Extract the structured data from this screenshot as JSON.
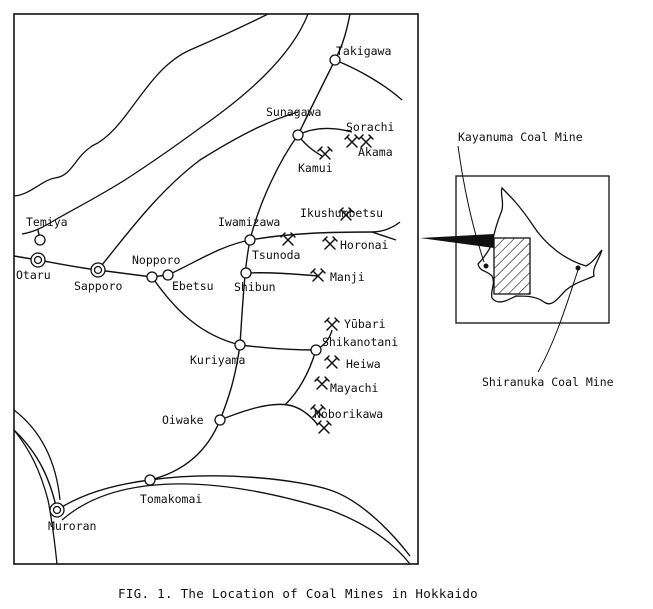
{
  "caption": "FIG. 1.  The Location of Coal Mines in Hokkaido",
  "stations": {
    "takigawa": "Takigawa",
    "sunagawa": "Sunagawa",
    "kamui": "Kamui",
    "temiya": "Temiya",
    "otaru": "Otaru",
    "sapporo": "Sapporo",
    "nopporo": "Nopporo",
    "ebetsu": "Ebetsu",
    "iwamizawa": "Iwamizawa",
    "tsunoda": "Tsunoda",
    "shibun": "Shibun",
    "kuriyama": "Kuriyama",
    "oiwake": "Oiwake",
    "tomakomai": "Tomakomai",
    "muroran": "Muroran"
  },
  "mines": {
    "sorachi": "Sorachi",
    "akama": "Akama",
    "ikushumbetsu": "Ikushumbetsu",
    "horonai": "Horonai",
    "manji": "Manji",
    "yubari": "Yūbari",
    "shikanotani": "Shikanotani",
    "heiwa": "Heiwa",
    "mayachi": "Mayachi",
    "noborikawa": "Noborikawa"
  },
  "inset": {
    "kayanuma": "Kayanuma Coal Mine",
    "shiranuka": "Shiranuka Coal Mine"
  },
  "icons": {
    "coal_mine": "crossed-hammers-icon",
    "station": "circle-icon",
    "city": "double-circle-icon"
  }
}
